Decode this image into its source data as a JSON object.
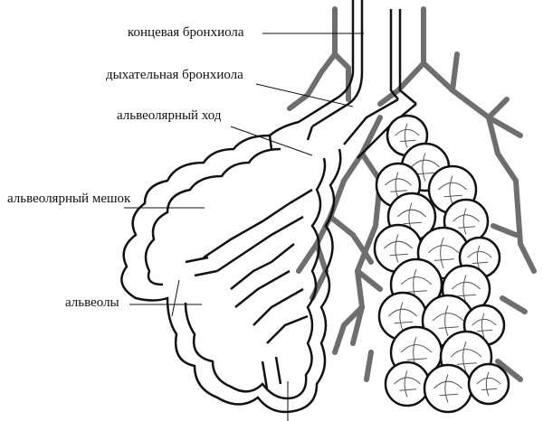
{
  "labels": {
    "terminal_bronchiole": "концевая бронхиола",
    "respiratory_bronchiole": "дыхательная бронхиола",
    "alveolar_duct": "альвеолярный ход",
    "alveolar_sac": "альвеолярный мешок",
    "alveoli": "альвеолы"
  },
  "colors": {
    "ink": "#111111",
    "vessel": "#6e6e6e"
  }
}
